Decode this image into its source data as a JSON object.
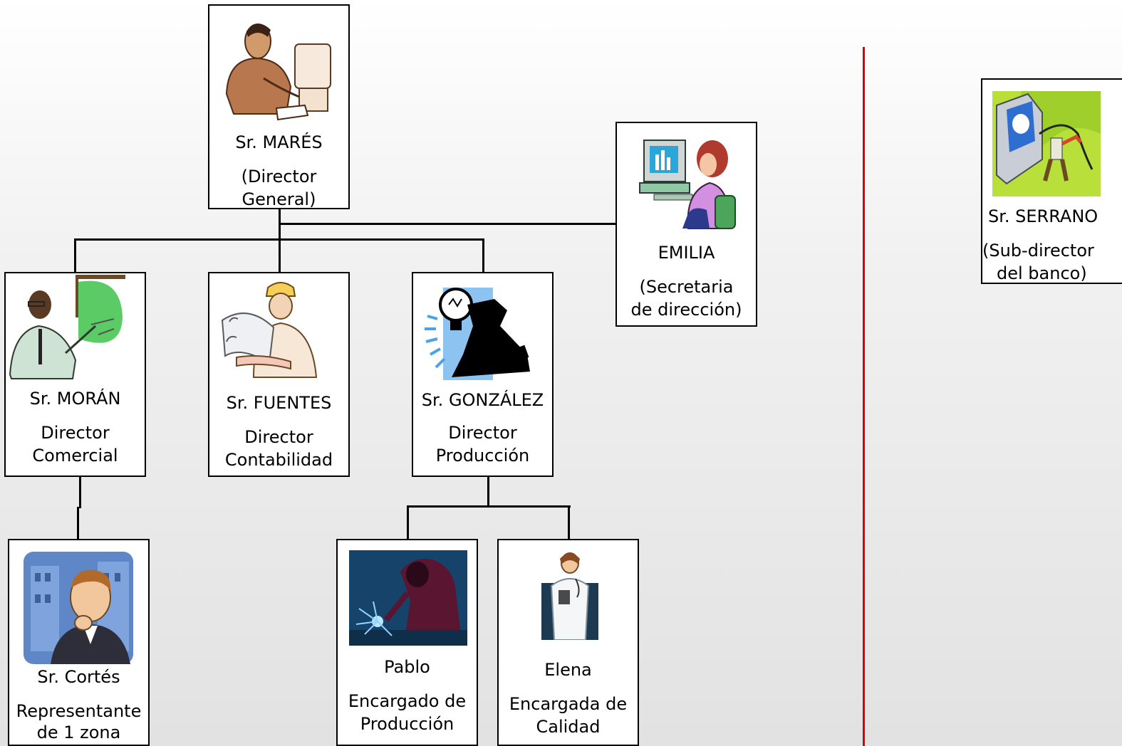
{
  "nodes": {
    "mares": {
      "name": "Sr. MARÉS",
      "role1": "(Director",
      "role2": "General)"
    },
    "emilia": {
      "name": "EMILIA",
      "role1": "(Secretaria",
      "role2": "de dirección)"
    },
    "moran": {
      "name": "Sr. MORÁN",
      "role1": "Director",
      "role2": "Comercial"
    },
    "fuentes": {
      "name": "Sr. FUENTES",
      "role1": "Director",
      "role2": "Contabilidad"
    },
    "gonzalez": {
      "name": "Sr. GONZÁLEZ",
      "role1": "Director",
      "role2": "Producción"
    },
    "cortes": {
      "name": "Sr. Cortés",
      "role1": "Representante",
      "role2": "de 1 zona"
    },
    "pablo": {
      "name": "Pablo",
      "role1": "Encargado de",
      "role2": "Producción"
    },
    "elena": {
      "name": "Elena",
      "role1": "Encargada de",
      "role2": "Calidad"
    },
    "serrano": {
      "name": "Sr. SERRANO",
      "role1": "(Sub-director",
      "role2": "del banco)"
    }
  },
  "colors": {
    "connector": "#000000",
    "divider": "#e00000"
  }
}
